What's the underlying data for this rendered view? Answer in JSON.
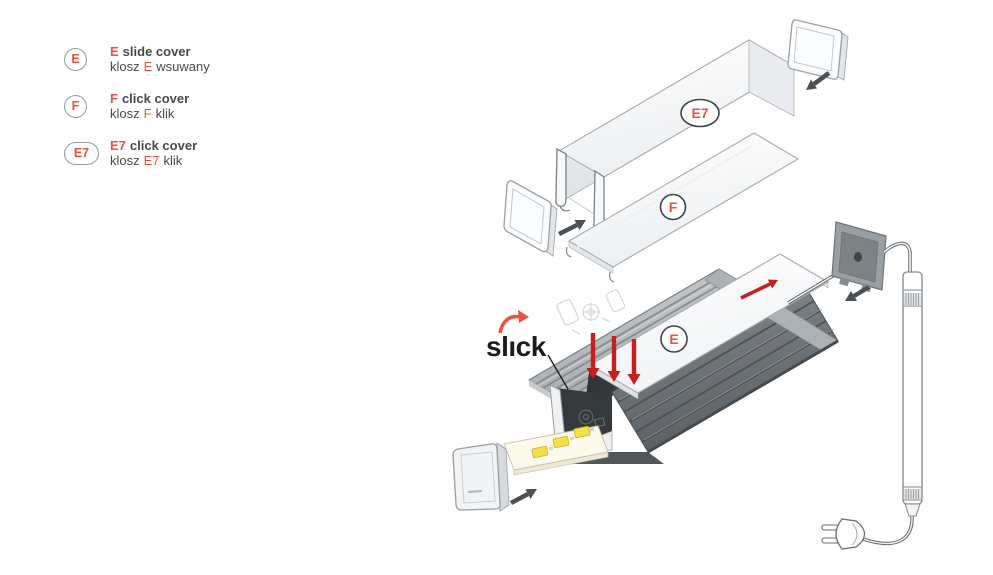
{
  "colors": {
    "accent_orange": "#e8553c",
    "arrow_red": "#c4201f",
    "dark_arrow": "#4a5054",
    "text_dark": "#454b4d",
    "badge_border_legend": "#909c9a",
    "badge_border_diagram": "#3f4446",
    "profile_gray": "#9aa0a4",
    "cavity_dark": "#34393c"
  },
  "legend": {
    "items": [
      {
        "badge": "E",
        "shape": "circle",
        "title_code": "E",
        "title_rest": "slide cover",
        "sub_pre": "klosz",
        "sub_code": "E",
        "sub_rest": "wsuwany"
      },
      {
        "badge": "F",
        "shape": "circle",
        "title_code": "F",
        "title_rest": "click cover",
        "sub_pre": "klosz",
        "sub_code": "F",
        "sub_rest": "klik"
      },
      {
        "badge": "E7",
        "shape": "oval",
        "title_code": "E7",
        "title_rest": "click cover",
        "sub_pre": "klosz",
        "sub_code": "E7",
        "sub_rest": "klik"
      }
    ]
  },
  "diagram": {
    "brand": "slick",
    "brand_parts": {
      "pre": "sl",
      "i": "ı",
      "post": "ck"
    },
    "badges": {
      "e7": "E7",
      "f": "F",
      "e": "E"
    },
    "icons": {
      "press_arrows": "three red arrows pressing cover down",
      "slide_arrow": "red arrow sliding cover",
      "insert_arrows": "dark arrows inserting end caps",
      "brand_swoosh": "orange swoosh over brand i"
    }
  }
}
